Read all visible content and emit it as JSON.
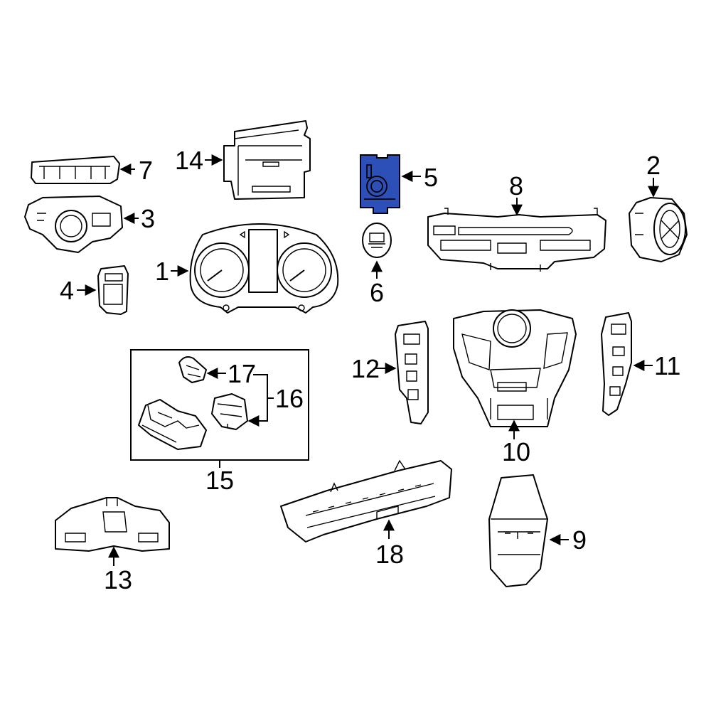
{
  "highlight_color": "#2d4fb8",
  "callouts": {
    "c1": "1",
    "c2": "2",
    "c3": "3",
    "c4": "4",
    "c5": "5",
    "c6": "6",
    "c7": "7",
    "c8": "8",
    "c9": "9",
    "c10": "10",
    "c11": "11",
    "c12": "12",
    "c13": "13",
    "c14": "14",
    "c15": "15",
    "c16": "16",
    "c17": "17",
    "c18": "18"
  },
  "highlighted_part": "5"
}
